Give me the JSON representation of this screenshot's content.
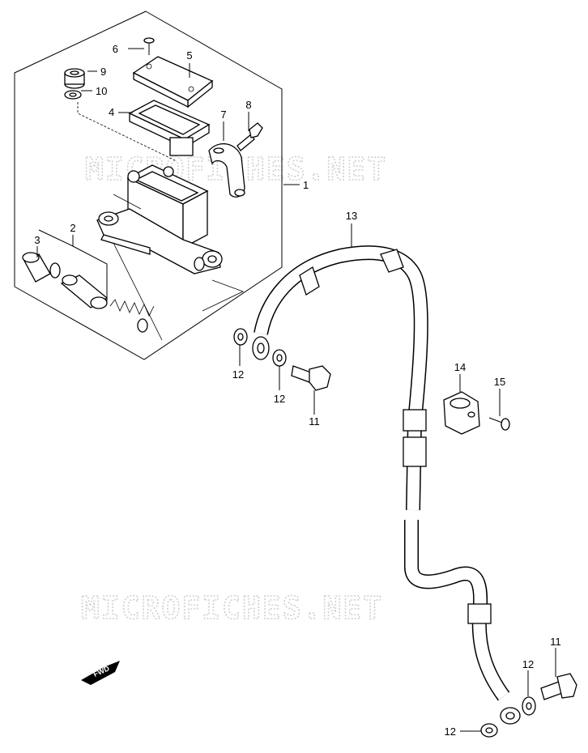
{
  "watermark": "MICROFICHES.NET",
  "fwd_label": "FWD",
  "callouts": [
    {
      "id": "c1",
      "text": "1"
    },
    {
      "id": "c2",
      "text": "2"
    },
    {
      "id": "c3",
      "text": "3"
    },
    {
      "id": "c4",
      "text": "4"
    },
    {
      "id": "c5",
      "text": "5"
    },
    {
      "id": "c6",
      "text": "6"
    },
    {
      "id": "c7",
      "text": "7"
    },
    {
      "id": "c8",
      "text": "8"
    },
    {
      "id": "c9",
      "text": "9"
    },
    {
      "id": "c10",
      "text": "10"
    },
    {
      "id": "c11a",
      "text": "11"
    },
    {
      "id": "c11b",
      "text": "11"
    },
    {
      "id": "c12a",
      "text": "12"
    },
    {
      "id": "c12b",
      "text": "12"
    },
    {
      "id": "c12c",
      "text": "12"
    },
    {
      "id": "c12d",
      "text": "12"
    },
    {
      "id": "c13",
      "text": "13"
    },
    {
      "id": "c14",
      "text": "14"
    },
    {
      "id": "c15",
      "text": "15"
    }
  ]
}
